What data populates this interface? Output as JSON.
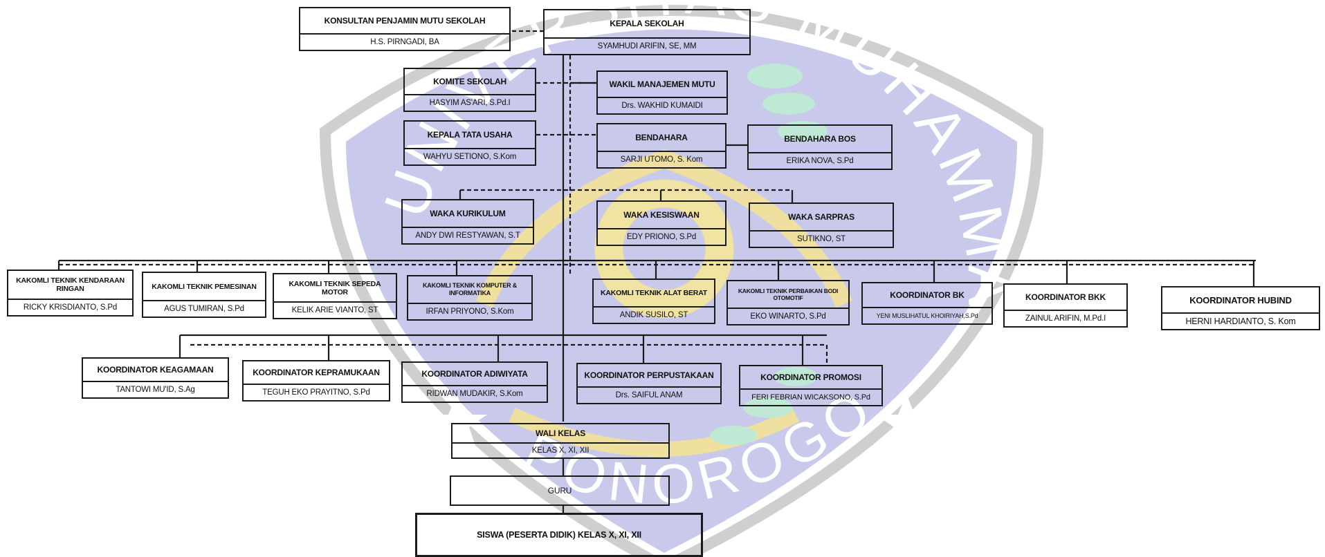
{
  "watermark": {
    "arc_text_top": "UNIVERSITAS MUHAMMADIYAH",
    "arc_text_bottom": "PONOROGO",
    "shield_color": "#c9c9ec",
    "gold_color": "#f4e7a8",
    "green_color": "#bfe9d4"
  },
  "org": {
    "konsultan": {
      "title": "KONSULTAN PENJAMIN MUTU SEKOLAH",
      "name": "H.S. PIRNGADI, BA"
    },
    "kepala": {
      "title": "KEPALA SEKOLAH",
      "name": "SYAMHUDI ARIFIN, SE, MM"
    },
    "komite": {
      "title": "KOMITE SEKOLAH",
      "name": "HASYIM AS'ARI, S.Pd.I"
    },
    "wakil_manajemen": {
      "title": "WAKIL MANAJEMEN MUTU",
      "name": "Drs. WAKHID KUMAIDI"
    },
    "kepala_tu": {
      "title": "KEPALA TATA USAHA",
      "name": "WAHYU SETIONO, S.Kom"
    },
    "bendahara": {
      "title": "BENDAHARA",
      "name": "SARJI UTOMO, S. Kom"
    },
    "bendahara_bos": {
      "title": "BENDAHARA BOS",
      "name": "ERIKA NOVA, S.Pd"
    },
    "waka_kurikulum": {
      "title": "WAKA KURIKULUM",
      "name": "ANDY DWI RESTYAWAN, S.T"
    },
    "waka_kesiswaan": {
      "title": "WAKA KESISWAAN",
      "name": "EDY PRIONO, S.Pd"
    },
    "waka_sarpras": {
      "title": "WAKA SARPRAS",
      "name": "SUTIKNO, ST"
    },
    "kakomli_tkr": {
      "title": "KAKOMLI TEKNIK KENDARAAN RINGAN",
      "name": "RICKY KRISDIANTO, S.Pd"
    },
    "kakomli_tp": {
      "title": "KAKOMLI TEKNIK PEMESINAN",
      "name": "AGUS TUMIRAN, S.Pd"
    },
    "kakomli_tsm": {
      "title": "KAKOMLI TEKNIK SEPEDA MOTOR",
      "name": "KELIK ARIE VIANTO, ST"
    },
    "kakomli_tki": {
      "title": "KAKOMLI TEKNIK KOMPUTER & INFORMATIKA",
      "name": "IRFAN PRIYONO, S.Kom"
    },
    "kakomli_tab": {
      "title": "KAKOMLI TEKNIK ALAT BERAT",
      "name": "ANDIK SUSILO, ST"
    },
    "kakomli_tbo": {
      "title": "KAKOMLI TEKNIK PERBAIKAN BODI OTOMOTIF",
      "name": "EKO WINARTO, S.Pd"
    },
    "koord_bk": {
      "title": "KOORDINATOR BK",
      "name": "YENI MUSLIHATUL KHOIRIYAH,S.Pd"
    },
    "koord_bkk": {
      "title": "KOORDINATOR BKK",
      "name": "ZAINUL ARIFIN, M.Pd.I"
    },
    "koord_hubind": {
      "title": "KOORDINATOR HUBIND",
      "name": "HERNI HARDIANTO, S. Kom"
    },
    "koord_keagamaan": {
      "title": "KOORDINATOR KEAGAMAAN",
      "name": "TANTOWI MU'ID, S.Ag"
    },
    "koord_kepramukaan": {
      "title": "KOORDINATOR KEPRAMUKAAN",
      "name": "TEGUH EKO PRAYITNO, S.Pd"
    },
    "koord_adiwiyata": {
      "title": "KOORDINATOR ADIWIYATA",
      "name": "RIDWAN MUDAKIR, S.Kom"
    },
    "koord_perpustakaan": {
      "title": "KOORDINATOR PERPUSTAKAAN",
      "name": "Drs. SAIFUL ANAM"
    },
    "koord_promosi": {
      "title": "KOORDINATOR PROMOSI",
      "name": "FERI FEBRIAN WICAKSONO, S.Pd"
    },
    "wali_kelas": {
      "title": "WALI KELAS",
      "name": "KELAS X, XI, XII"
    },
    "guru": {
      "title": "GURU"
    },
    "siswa": {
      "title": "SISWA (PESERTA DIDIK) KELAS X, XI, XII"
    }
  }
}
